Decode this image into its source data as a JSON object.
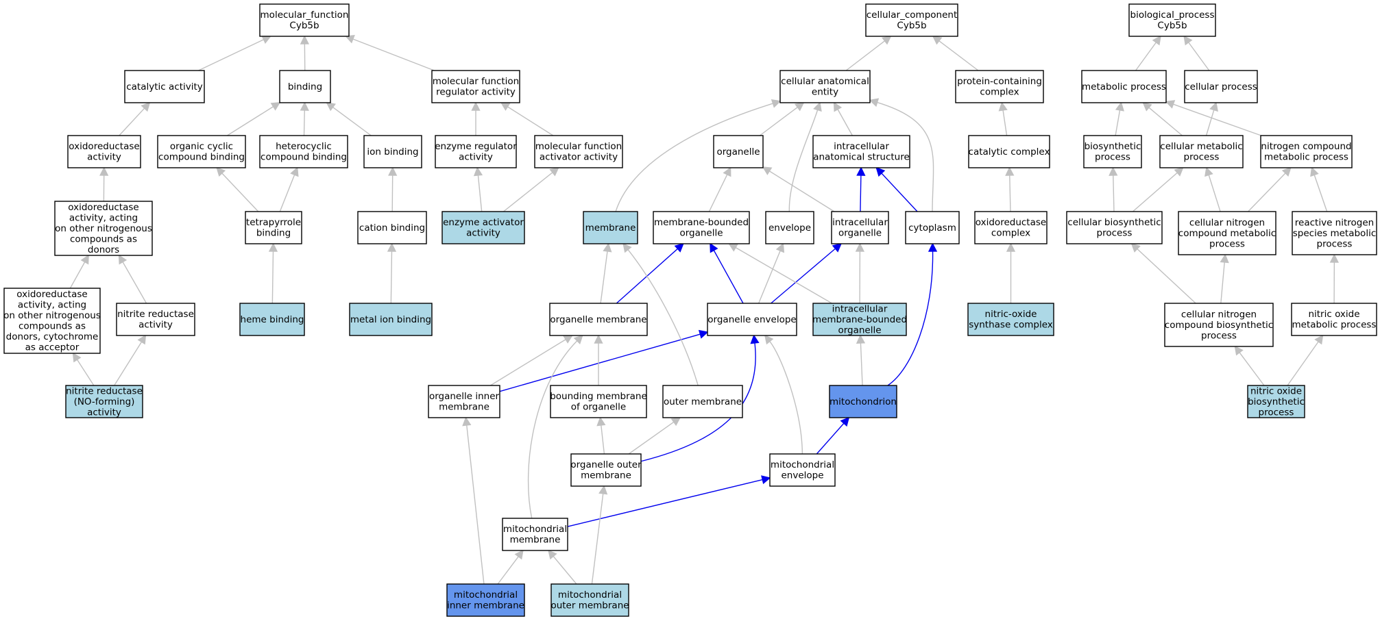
{
  "colors": {
    "default_fill": "#ffffff",
    "annotated_fill": "#add8e6",
    "highlight_fill": "#6495ed",
    "edge_default": "#c0c0c0",
    "edge_highlight": "#0000ee"
  },
  "nodes": [
    {
      "id": "mf",
      "lines": [
        "molecular_function",
        "Cyb5b"
      ],
      "style": "default"
    },
    {
      "id": "cat",
      "lines": [
        "catalytic activity"
      ],
      "style": "default"
    },
    {
      "id": "bind",
      "lines": [
        "binding"
      ],
      "style": "default"
    },
    {
      "id": "mfreg",
      "lines": [
        "molecular function",
        "regulator activity"
      ],
      "style": "default"
    },
    {
      "id": "oxred",
      "lines": [
        "oxidoreductase",
        "activity"
      ],
      "style": "default"
    },
    {
      "id": "ocyc",
      "lines": [
        "organic cyclic",
        "compound binding"
      ],
      "style": "default"
    },
    {
      "id": "hcyc",
      "lines": [
        "heterocyclic",
        "compound binding"
      ],
      "style": "default"
    },
    {
      "id": "ion",
      "lines": [
        "ion binding"
      ],
      "style": "default"
    },
    {
      "id": "enzreg",
      "lines": [
        "enzyme regulator",
        "activity"
      ],
      "style": "default"
    },
    {
      "id": "mfact",
      "lines": [
        "molecular function",
        "activator activity"
      ],
      "style": "default"
    },
    {
      "id": "oxn",
      "lines": [
        "oxidoreductase",
        "activity, acting",
        "on other nitrogenous",
        "compounds as",
        "donors"
      ],
      "style": "default"
    },
    {
      "id": "tetra",
      "lines": [
        "tetrapyrrole",
        "binding"
      ],
      "style": "default"
    },
    {
      "id": "cation",
      "lines": [
        "cation binding"
      ],
      "style": "default"
    },
    {
      "id": "enzact",
      "lines": [
        "enzyme activator",
        "activity"
      ],
      "style": "annotated"
    },
    {
      "id": "oxncyt",
      "lines": [
        "oxidoreductase",
        "activity, acting",
        "on other nitrogenous",
        "compounds as",
        "donors, cytochrome",
        "as acceptor"
      ],
      "style": "default"
    },
    {
      "id": "nitrred",
      "lines": [
        "nitrite reductase",
        "activity"
      ],
      "style": "default"
    },
    {
      "id": "heme",
      "lines": [
        "heme binding"
      ],
      "style": "annotated"
    },
    {
      "id": "metal",
      "lines": [
        "metal ion binding"
      ],
      "style": "annotated"
    },
    {
      "id": "nitno",
      "lines": [
        "nitrite reductase",
        "(NO-forming)",
        "activity"
      ],
      "style": "annotated"
    },
    {
      "id": "cc",
      "lines": [
        "cellular_component",
        "Cyb5b"
      ],
      "style": "default"
    },
    {
      "id": "cae",
      "lines": [
        "cellular anatomical",
        "entity"
      ],
      "style": "default"
    },
    {
      "id": "pcc",
      "lines": [
        "protein-containing",
        "complex"
      ],
      "style": "default"
    },
    {
      "id": "org",
      "lines": [
        "organelle"
      ],
      "style": "default"
    },
    {
      "id": "ias",
      "lines": [
        "intracellular",
        "anatomical structure"
      ],
      "style": "default"
    },
    {
      "id": "catcx",
      "lines": [
        "catalytic complex"
      ],
      "style": "default"
    },
    {
      "id": "memb",
      "lines": [
        "membrane"
      ],
      "style": "annotated"
    },
    {
      "id": "mbo",
      "lines": [
        "membrane-bounded",
        "organelle"
      ],
      "style": "default"
    },
    {
      "id": "env",
      "lines": [
        "envelope"
      ],
      "style": "default"
    },
    {
      "id": "io",
      "lines": [
        "intracellular",
        "organelle"
      ],
      "style": "default"
    },
    {
      "id": "cyto",
      "lines": [
        "cytoplasm"
      ],
      "style": "default"
    },
    {
      "id": "oxrcx",
      "lines": [
        "oxidoreductase",
        "complex"
      ],
      "style": "default"
    },
    {
      "id": "orgmem",
      "lines": [
        "organelle membrane"
      ],
      "style": "default"
    },
    {
      "id": "orgenv",
      "lines": [
        "organelle envelope"
      ],
      "style": "default"
    },
    {
      "id": "imbo",
      "lines": [
        "intracellular",
        "membrane-bounded",
        "organelle"
      ],
      "style": "annotated"
    },
    {
      "id": "nos",
      "lines": [
        "nitric-oxide",
        "synthase complex"
      ],
      "style": "annotated"
    },
    {
      "id": "oim",
      "lines": [
        "organelle inner",
        "membrane"
      ],
      "style": "default"
    },
    {
      "id": "bmo",
      "lines": [
        "bounding membrane",
        "of organelle"
      ],
      "style": "default"
    },
    {
      "id": "om",
      "lines": [
        "outer membrane"
      ],
      "style": "default"
    },
    {
      "id": "mito",
      "lines": [
        "mitochondrion"
      ],
      "style": "highlight"
    },
    {
      "id": "oom",
      "lines": [
        "organelle outer",
        "membrane"
      ],
      "style": "default"
    },
    {
      "id": "menv",
      "lines": [
        "mitochondrial",
        "envelope"
      ],
      "style": "default"
    },
    {
      "id": "mmem",
      "lines": [
        "mitochondrial",
        "membrane"
      ],
      "style": "default"
    },
    {
      "id": "mim",
      "lines": [
        "mitochondrial",
        "inner membrane"
      ],
      "style": "highlight"
    },
    {
      "id": "mom",
      "lines": [
        "mitochondrial",
        "outer membrane"
      ],
      "style": "annotated"
    },
    {
      "id": "bp",
      "lines": [
        "biological_process",
        "Cyb5b"
      ],
      "style": "default"
    },
    {
      "id": "metab",
      "lines": [
        "metabolic process"
      ],
      "style": "default"
    },
    {
      "id": "cellp",
      "lines": [
        "cellular process"
      ],
      "style": "default"
    },
    {
      "id": "biosyn",
      "lines": [
        "biosynthetic",
        "process"
      ],
      "style": "default"
    },
    {
      "id": "cmp",
      "lines": [
        "cellular metabolic",
        "process"
      ],
      "style": "default"
    },
    {
      "id": "ncmp",
      "lines": [
        "nitrogen compound",
        "metabolic process"
      ],
      "style": "default"
    },
    {
      "id": "cbp",
      "lines": [
        "cellular biosynthetic",
        "process"
      ],
      "style": "default"
    },
    {
      "id": "cncmp",
      "lines": [
        "cellular nitrogen",
        "compound metabolic",
        "process"
      ],
      "style": "default"
    },
    {
      "id": "rnsmp",
      "lines": [
        "reactive nitrogen",
        "species metabolic",
        "process"
      ],
      "style": "default"
    },
    {
      "id": "cncbp",
      "lines": [
        "cellular nitrogen",
        "compound biosynthetic",
        "process"
      ],
      "style": "default"
    },
    {
      "id": "nomp",
      "lines": [
        "nitric oxide",
        "metabolic process"
      ],
      "style": "default"
    },
    {
      "id": "nobp",
      "lines": [
        "nitric oxide",
        "biosynthetic",
        "process"
      ],
      "style": "annotated"
    }
  ],
  "edges": [
    {
      "from": "cat",
      "to": "mf"
    },
    {
      "from": "bind",
      "to": "mf"
    },
    {
      "from": "mfreg",
      "to": "mf"
    },
    {
      "from": "oxred",
      "to": "cat"
    },
    {
      "from": "ocyc",
      "to": "bind"
    },
    {
      "from": "hcyc",
      "to": "bind"
    },
    {
      "from": "ion",
      "to": "bind"
    },
    {
      "from": "enzreg",
      "to": "mfreg"
    },
    {
      "from": "mfact",
      "to": "mfreg"
    },
    {
      "from": "oxn",
      "to": "oxred"
    },
    {
      "from": "tetra",
      "to": "ocyc"
    },
    {
      "from": "tetra",
      "to": "hcyc"
    },
    {
      "from": "cation",
      "to": "ion"
    },
    {
      "from": "enzact",
      "to": "enzreg"
    },
    {
      "from": "enzact",
      "to": "mfact"
    },
    {
      "from": "oxncyt",
      "to": "oxn"
    },
    {
      "from": "nitrred",
      "to": "oxn"
    },
    {
      "from": "heme",
      "to": "tetra"
    },
    {
      "from": "metal",
      "to": "cation"
    },
    {
      "from": "nitno",
      "to": "oxncyt"
    },
    {
      "from": "nitno",
      "to": "nitrred"
    },
    {
      "from": "cae",
      "to": "cc"
    },
    {
      "from": "pcc",
      "to": "cc"
    },
    {
      "from": "org",
      "to": "cae"
    },
    {
      "from": "ias",
      "to": "cae"
    },
    {
      "from": "memb",
      "to": "cae"
    },
    {
      "from": "env",
      "to": "cae"
    },
    {
      "from": "cyto",
      "to": "cae"
    },
    {
      "from": "catcx",
      "to": "pcc"
    },
    {
      "from": "mbo",
      "to": "org"
    },
    {
      "from": "io",
      "to": "org"
    },
    {
      "from": "io",
      "to": "ias",
      "hl": true
    },
    {
      "from": "cyto",
      "to": "ias",
      "hl": true
    },
    {
      "from": "oxrcx",
      "to": "catcx"
    },
    {
      "from": "orgmem",
      "to": "memb"
    },
    {
      "from": "orgmem",
      "to": "mbo",
      "hl": true
    },
    {
      "from": "orgenv",
      "to": "mbo",
      "hl": true
    },
    {
      "from": "orgenv",
      "to": "env"
    },
    {
      "from": "orgenv",
      "to": "io",
      "hl": true
    },
    {
      "from": "imbo",
      "to": "mbo"
    },
    {
      "from": "imbo",
      "to": "io"
    },
    {
      "from": "nos",
      "to": "oxrcx"
    },
    {
      "from": "oim",
      "to": "orgmem"
    },
    {
      "from": "oim",
      "to": "orgenv",
      "hl": true
    },
    {
      "from": "bmo",
      "to": "orgmem"
    },
    {
      "from": "om",
      "to": "memb"
    },
    {
      "from": "mito",
      "to": "imbo"
    },
    {
      "from": "mito",
      "to": "cyto",
      "hl": true
    },
    {
      "from": "oom",
      "to": "bmo"
    },
    {
      "from": "oom",
      "to": "om"
    },
    {
      "from": "oom",
      "to": "orgenv",
      "hl": true
    },
    {
      "from": "menv",
      "to": "orgenv"
    },
    {
      "from": "menv",
      "to": "mito",
      "hl": true
    },
    {
      "from": "mmem",
      "to": "orgmem"
    },
    {
      "from": "mmem",
      "to": "menv",
      "hl": true
    },
    {
      "from": "mim",
      "to": "oim"
    },
    {
      "from": "mim",
      "to": "mmem"
    },
    {
      "from": "mom",
      "to": "oom"
    },
    {
      "from": "mom",
      "to": "mmem"
    },
    {
      "from": "metab",
      "to": "bp"
    },
    {
      "from": "cellp",
      "to": "bp"
    },
    {
      "from": "biosyn",
      "to": "metab"
    },
    {
      "from": "cmp",
      "to": "metab"
    },
    {
      "from": "cmp",
      "to": "cellp"
    },
    {
      "from": "ncmp",
      "to": "metab"
    },
    {
      "from": "cbp",
      "to": "biosyn"
    },
    {
      "from": "cbp",
      "to": "cmp"
    },
    {
      "from": "cncmp",
      "to": "cmp"
    },
    {
      "from": "cncmp",
      "to": "ncmp"
    },
    {
      "from": "rnsmp",
      "to": "ncmp"
    },
    {
      "from": "cncbp",
      "to": "cbp"
    },
    {
      "from": "cncbp",
      "to": "cncmp"
    },
    {
      "from": "nomp",
      "to": "rnsmp"
    },
    {
      "from": "nobp",
      "to": "cncbp"
    },
    {
      "from": "nobp",
      "to": "nomp"
    }
  ]
}
